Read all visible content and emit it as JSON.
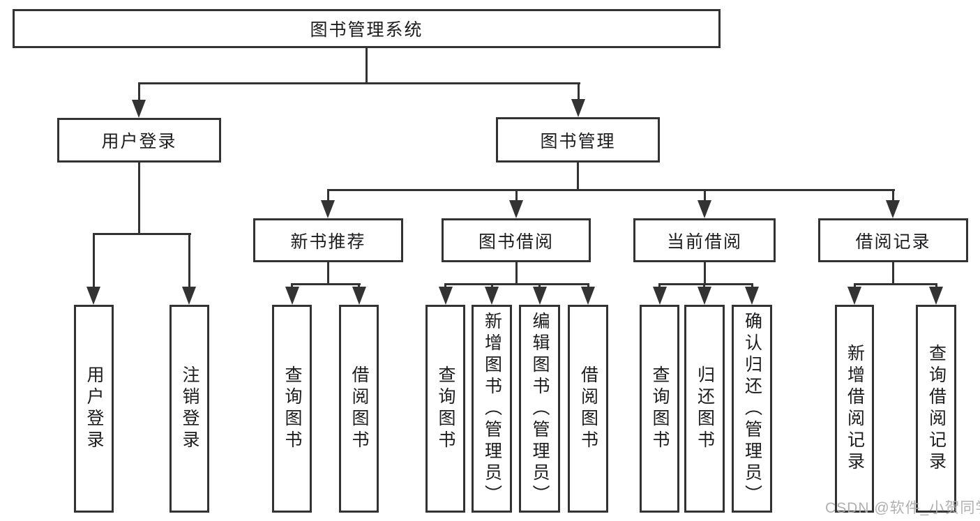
{
  "diagram": {
    "title_node": "图书管理系统",
    "level2": {
      "user_login": "用户登录",
      "book_mgmt": "图书管理"
    },
    "level3": {
      "new_book_rec": "新书推荐",
      "book_borrow": "图书借阅",
      "current_borrow": "当前借阅",
      "borrow_record": "借阅记录"
    },
    "leaves": {
      "ul_user_login": "用户登录",
      "ul_logout": "注销登录",
      "nr_query_book": "查询图书",
      "nr_borrow_book": "借阅图书",
      "bb_query_book": "查询图书",
      "bb_add_book_admin": "新增图书（管理员）",
      "bb_edit_book_admin": "编辑图书（管理员）",
      "bb_borrow_book": "借阅图书",
      "cb_query_book": "查询图书",
      "cb_return_book": "归还图书",
      "cb_confirm_return_admin": "确认归还（管理员）",
      "br_add_record": "新增借阅记录",
      "br_query_record": "查询借阅记录"
    }
  },
  "colors": {
    "line": "#333333",
    "text": "#1c1c1e",
    "background": "#ffffff",
    "watermark": "#acacac"
  },
  "watermark": "CSDN @软件_小贺同学"
}
